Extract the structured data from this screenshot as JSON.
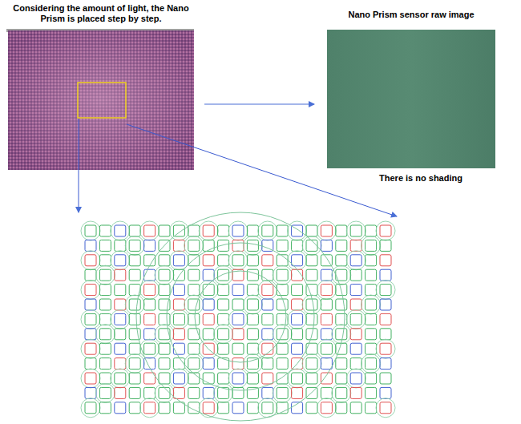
{
  "diagram": {
    "labels": [
      "Considering the amount of light, the Nano Prism is placed step by step.",
      "Nano Prism sensor raw image",
      "There is no shading"
    ]
  }
}
